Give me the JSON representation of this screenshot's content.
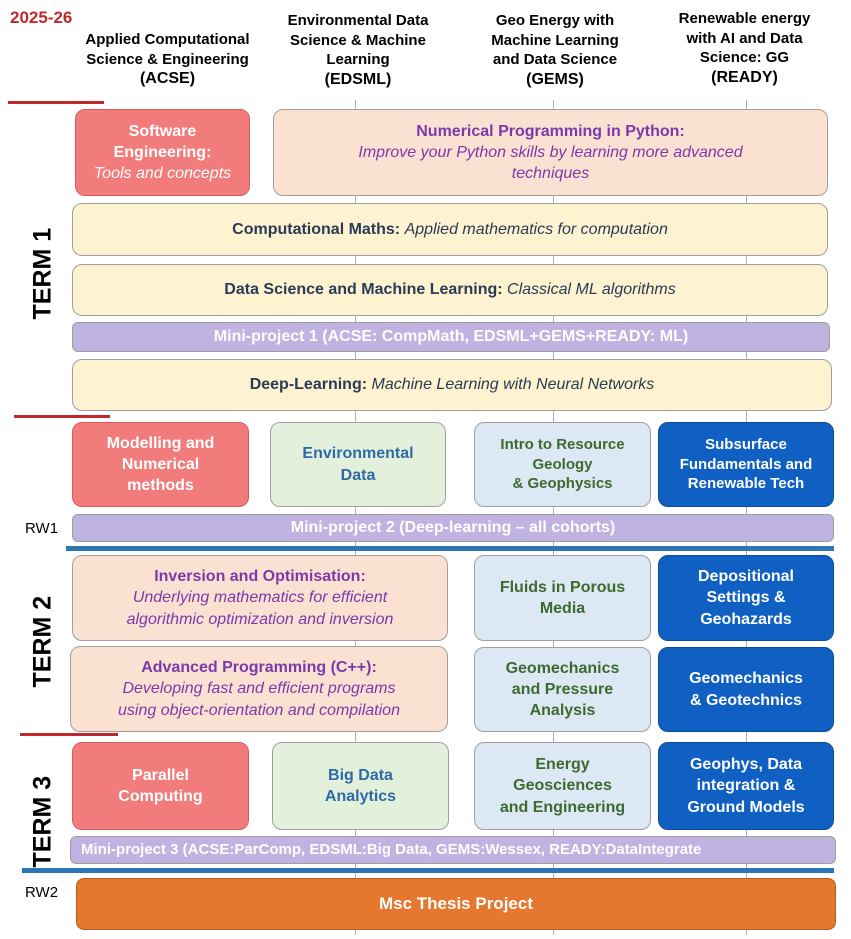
{
  "year": "2025-26",
  "columns": [
    {
      "title_lines": [
        "Applied Computational",
        "Science & Engineering"
      ],
      "abbr": "(ACSE)"
    },
    {
      "title_lines": [
        "Environmental Data",
        "Science & Machine",
        "Learning"
      ],
      "abbr": "(EDSML)"
    },
    {
      "title_lines": [
        "Geo Energy with",
        "Machine Learning",
        "and Data Science"
      ],
      "abbr": "(GEMS)"
    },
    {
      "title_lines": [
        "Renewable energy",
        "with AI and Data",
        "Science: GG"
      ],
      "abbr": "(READY)"
    }
  ],
  "terms": [
    "TERM 1",
    "TERM 2",
    "TERM 3"
  ],
  "side_labels": {
    "rw1": "RW1",
    "rw2": "RW2"
  },
  "term1": {
    "software_eng": {
      "title_lines": [
        "Software",
        "Engineering:"
      ],
      "subtitle": "Tools and concepts"
    },
    "numerical_python": {
      "title": "Numerical Programming in Python:",
      "subtitle_lines": [
        "Improve your Python skills by learning more advanced",
        "techniques"
      ]
    },
    "comp_maths": {
      "title": "Computational Maths:",
      "subtitle": "Applied mathematics for computation"
    },
    "data_science_ml": {
      "title": "Data Science and Machine Learning:",
      "subtitle": "Classical ML algorithms"
    },
    "mini_project_1": "Mini-project 1 (ACSE: CompMath, EDSML+GEMS+READY: ML)",
    "deep_learning": {
      "title": "Deep-Learning:",
      "subtitle": "Machine Learning with Neural Networks"
    }
  },
  "rw1_row": {
    "modelling": [
      "Modelling and",
      "Numerical",
      "methods"
    ],
    "env_data": [
      "Environmental",
      "Data"
    ],
    "resource_geology": [
      "Intro to Resource",
      "Geology",
      "& Geophysics"
    ],
    "subsurface": [
      "Subsurface",
      "Fundamentals and",
      "Renewable Tech"
    ],
    "mini_project_2": "Mini-project 2 (Deep-learning – all cohorts)"
  },
  "term2": {
    "inversion": {
      "title": "Inversion and Optimisation:",
      "subtitle_lines": [
        "Underlying mathematics for efficient",
        "algorithmic optimization and inversion"
      ]
    },
    "fluids": [
      "Fluids in Porous",
      "Media"
    ],
    "depositional": [
      "Depositional",
      "Settings &",
      "Geohazards"
    ],
    "adv_programming": {
      "title": "Advanced Programming (C++):",
      "subtitle_lines": [
        "Developing fast and efficient programs",
        "using object-orientation and compilation"
      ]
    },
    "geomech_pressure": [
      "Geomechanics",
      "and Pressure",
      "Analysis"
    ],
    "geomech_geotech": [
      "Geomechanics",
      "& Geotechnics"
    ]
  },
  "term3": {
    "parallel": [
      "Parallel",
      "Computing"
    ],
    "big_data": [
      "Big Data",
      "Analytics"
    ],
    "energy_geo": [
      "Energy",
      "Geosciences",
      "and Engineering"
    ],
    "geophys": [
      "Geophys, Data",
      "integration &",
      "Ground Models"
    ],
    "mini_project_3": "Mini-project 3 (ACSE:ParComp, EDSML:Big Data, GEMS:Wessex, READY:DataIntegrate",
    "thesis": "Msc Thesis Project"
  },
  "colors": {
    "red_box": "#f27c7c",
    "peach_box": "#fbe1d2",
    "yellow_box": "#fdf3d0",
    "purple_box": "#c0b2e1",
    "green_box": "#e3f1dc",
    "light_blue_box": "#dde8f5",
    "dark_blue_box": "#0f60c2",
    "orange_box": "#e5782e",
    "year_red": "#c0292b",
    "divider_blue": "#2e75b6"
  }
}
